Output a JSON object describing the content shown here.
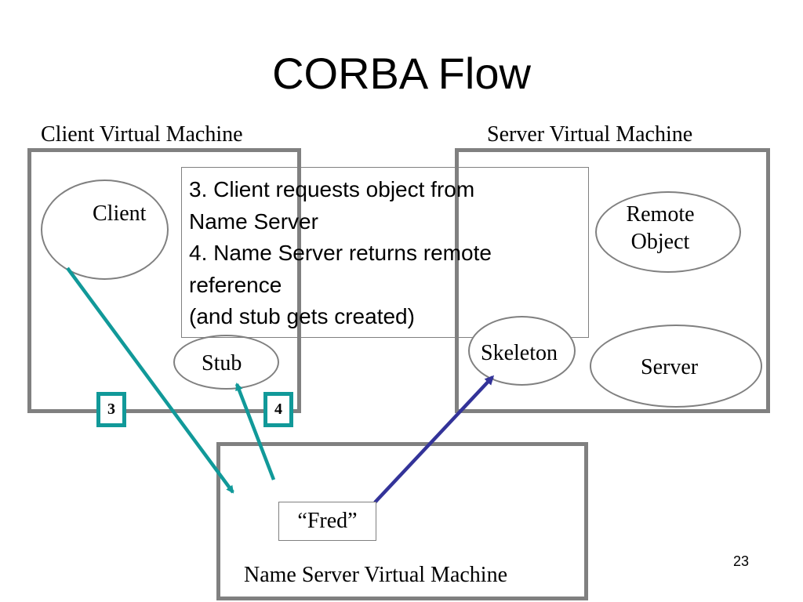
{
  "title": "CORBA Flow",
  "client_vm": {
    "label": "Client Virtual Machine"
  },
  "server_vm": {
    "label": "Server Virtual Machine"
  },
  "name_server_vm": {
    "label": "Name Server Virtual Machine"
  },
  "nodes": {
    "client": "Client",
    "stub": "Stub",
    "remote_object": [
      "Remote",
      "Object"
    ],
    "skeleton": "Skeleton",
    "server": "Server",
    "fred": "“Fred”"
  },
  "note_lines": [
    "3. Client requests object from",
    "Name Server",
    "4. Name Server returns remote",
    "reference",
    "(and stub gets created)"
  ],
  "step_badges": [
    "3",
    "4"
  ],
  "slide_number": "23",
  "colors": {
    "teal_arrow": "#119999",
    "navy_arrow": "#333399",
    "box_border": "#808080"
  }
}
